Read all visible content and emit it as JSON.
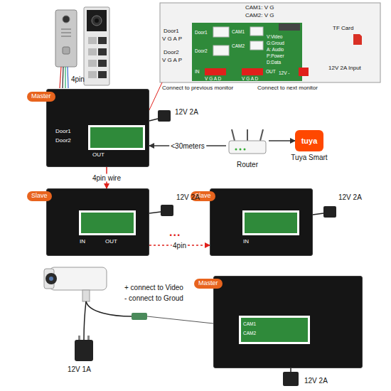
{
  "diagram": {
    "nodes": [
      {
        "text": [
          "Master"
        ]
      },
      {
        "text": [
          "Router"
        ]
      },
      {
        "text": [
          "tuya",
          "Tuya Smart"
        ]
      },
      {
        "text": [
          "Slave"
        ]
      },
      {
        "text": [
          "Slave"
        ]
      },
      {
        "text": [
          "Master"
        ]
      }
    ],
    "edges": [
      {
        "from": 1,
        "to": 0,
        "label": "<30meters",
        "arrow": "to"
      },
      {
        "from": 1,
        "to": 2,
        "arrow": "to"
      },
      {
        "from": 0,
        "to": 3,
        "label": "4pin wire",
        "arrow": "to"
      },
      {
        "from": 3,
        "to": 4,
        "label": "4pin",
        "arrow": "to"
      }
    ],
    "labels": [
      "CAM1: V G",
      "CAM2: V G",
      "Door1",
      "V G A P",
      "Door2",
      "V G A P",
      "Door1",
      "Door2",
      "CAM1",
      "CAM2",
      "TF Card",
      "V:Video",
      "G:Groud",
      "A: Audio",
      "P:Power",
      "D:Data",
      "12V -",
      "IN",
      "V G A D",
      "V G A D",
      "OUT",
      "12V 2A Input",
      "Connect to previous monitor",
      "Connect to next monitor",
      "4pin",
      "Door1",
      "Door2",
      "OUT",
      "12V 2A",
      "12V 2A",
      "IN",
      "OUT",
      "12V 2A",
      "IN",
      "...",
      "+ connect to Video",
      "- connect to Groud",
      "12V 1A",
      "CAM1",
      "CAM2",
      "12V 2A"
    ]
  }
}
